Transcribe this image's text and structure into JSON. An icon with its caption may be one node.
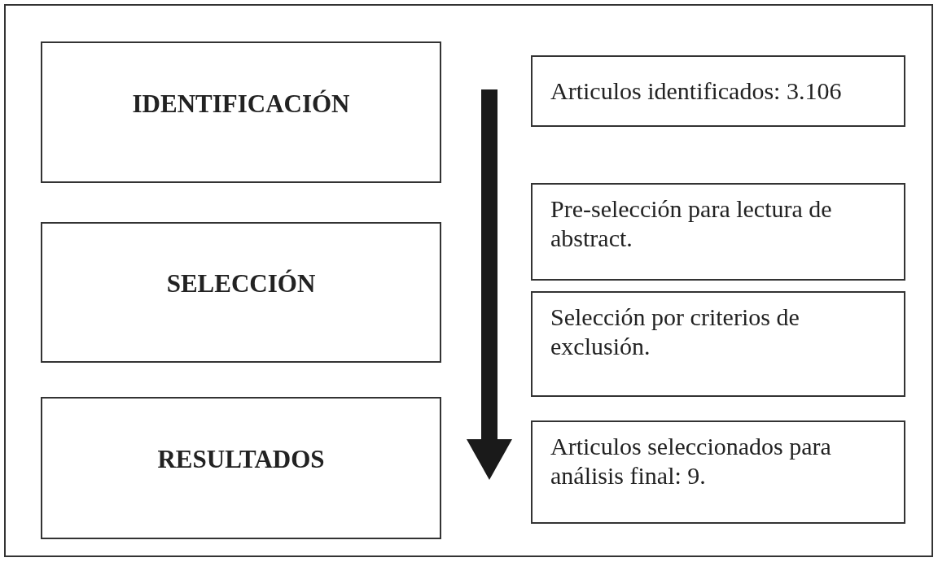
{
  "diagram": {
    "nodes": [
      {
        "text": [
          "IDENTIFICACIÓN"
        ]
      },
      {
        "text": [
          "SELECCIÓN"
        ]
      },
      {
        "text": [
          "RESULTADOS"
        ]
      },
      {
        "text": [
          "Articulos identificados: 3.106"
        ]
      },
      {
        "text": [
          "Pre-selección para lectura de abstract."
        ]
      },
      {
        "text": [
          "Selección por criterios de exclusión."
        ]
      },
      {
        "text": [
          "Articulos seleccionados para análisis final: 9."
        ]
      }
    ]
  }
}
